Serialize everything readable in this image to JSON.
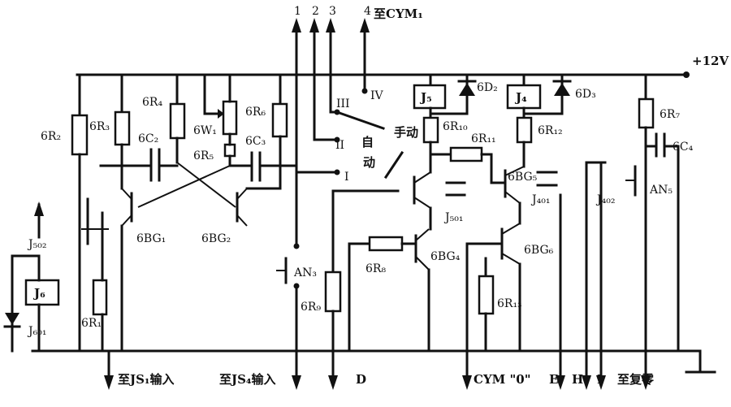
{
  "rail": {
    "supply": "+12V"
  },
  "top_terminals": {
    "t1": "1",
    "t2": "2",
    "t3": "3",
    "t4": "4",
    "t4_dest": "至CYM₁"
  },
  "resistors": {
    "r2": "6R₂",
    "r3": "6R₃",
    "r4": "6R₄",
    "r5": "6R₅",
    "r6": "6R₆",
    "r7": "6R₇",
    "r8": "6R₈",
    "r9": "6R₉",
    "r10": "6R₁₀",
    "r11": "6R₁₁",
    "r12": "6R₁₂",
    "r13": "6R₁₃",
    "r1": "6R₁",
    "w1": "6W₁"
  },
  "capacitors": {
    "c2": "6C₂",
    "c3": "6C₃",
    "c4": "6C₄"
  },
  "diodes": {
    "d2": "6D₂",
    "d3": "6D₃"
  },
  "transistors": {
    "bg1": "6BG₁",
    "bg2": "6BG₂",
    "bg4": "6BG₄",
    "bg5": "6BG₅",
    "bg6": "6BG₆"
  },
  "relays": {
    "j4": "J₄",
    "j5": "J₅",
    "j6": "J₆",
    "j502": "J₅₀₂",
    "j601": "J₆₀₁",
    "j501": "J₅₀₁",
    "j401": "J₄₀₁",
    "j402": "J₄₀₂"
  },
  "switches": {
    "sw_I": "I",
    "sw_II": "II",
    "sw_III": "III",
    "sw_IV": "IV",
    "auto": "自动",
    "manual": "手动",
    "an3": "AN₃",
    "an5": "AN₅"
  },
  "bottom_outputs": {
    "to_js1": "至JS₁输入",
    "to_js4": "至JS₄输入",
    "d": "D",
    "cym0": "CYM \"0\"",
    "e": "E",
    "h": "H",
    "i": "I",
    "reset": "至复零"
  }
}
